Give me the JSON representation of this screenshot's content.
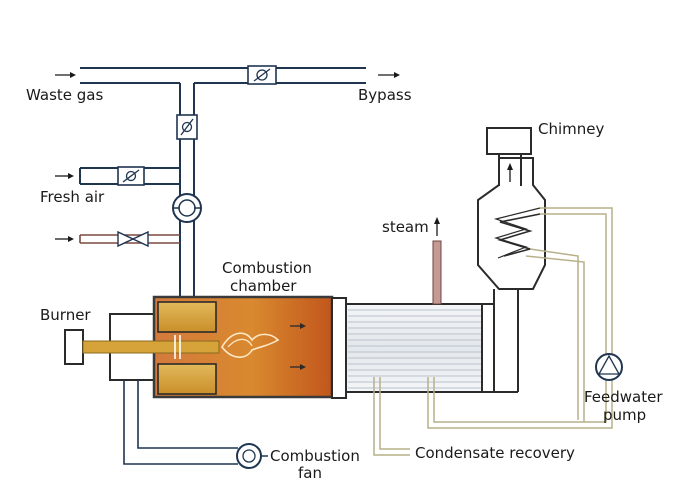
{
  "labels": {
    "waste_gas": "Waste gas",
    "bypass": "Bypass",
    "fresh_air": "Fresh air",
    "burner": "Burner",
    "combustion_chamber_line1": "Combustion",
    "combustion_chamber_line2": "chamber",
    "steam": "steam",
    "chimney": "Chimney",
    "feedwater_pump_line1": "Feedwater",
    "feedwater_pump_line2": "pump",
    "condensate_recovery": "Condensate recovery",
    "combustion_fan_line1": "Combustion",
    "combustion_fan_line2": "fan"
  },
  "colors": {
    "duct_outline": "#1f3550",
    "pipe_outline": "#2b2b2b",
    "water_line": "#c9c3a0",
    "chamber_hot": "#c2561c",
    "chamber_warm": "#d9892f",
    "burner_block": "#d8a53a",
    "fresh_air_pipe": "#a57368",
    "steam_pipe": "#b88a86"
  }
}
